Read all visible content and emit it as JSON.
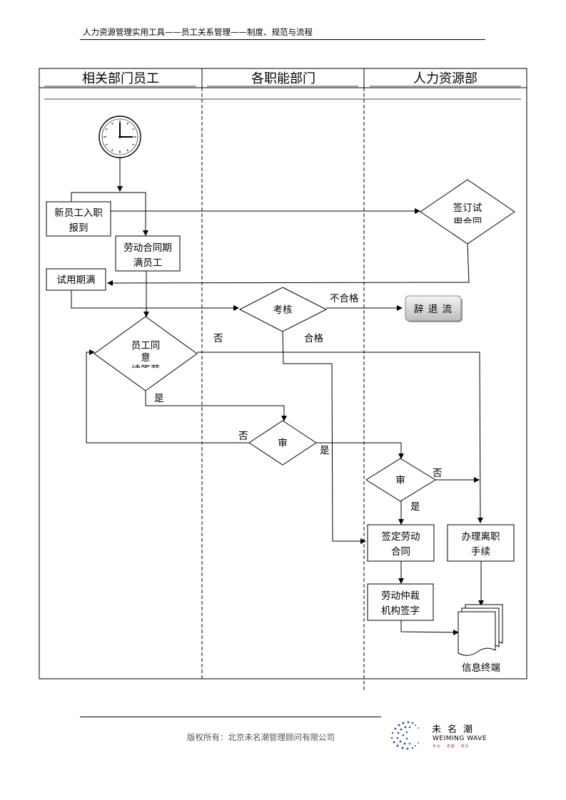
{
  "header": {
    "title": "人力资源管理实用工具——员工关系管理——制度、规范与流程"
  },
  "lanes": [
    {
      "label": "相关部门员工"
    },
    {
      "label": "各职能部门"
    },
    {
      "label": "人力资源部"
    }
  ],
  "nodes": {
    "new_employee": [
      "新员工入职",
      "报到"
    ],
    "contract_expired": [
      "劳动合同期",
      "满员工"
    ],
    "probation_end": "试用期满",
    "sign_probation": [
      "签订试",
      "用合同"
    ],
    "assess": "考核",
    "dismiss": "辞 退 流",
    "employee_agree": [
      "员工同",
      "意",
      "续签劳"
    ],
    "review1": "审",
    "review2": "审",
    "sign_contract": [
      "签定劳动",
      "合同"
    ],
    "resign_process": [
      "办理离职",
      "手续"
    ],
    "arbitration": [
      "劳动仲裁",
      "机构签字"
    ],
    "info_terminal": "信息终端"
  },
  "edge_labels": {
    "fail": "不合格",
    "pass": "合格",
    "no_agree": "否",
    "yes_agree": "是",
    "no_review1": "否",
    "yes_review1": "是",
    "no_review2": "否",
    "yes_review2": "是"
  },
  "footer": {
    "copyright": "版权所有：北京未名潮管理顾问有限公司",
    "logo_cn": "未名潮",
    "logo_en": "WEIMING WAVE",
    "logo_tag": "专业 · 卓越 · 领先"
  }
}
